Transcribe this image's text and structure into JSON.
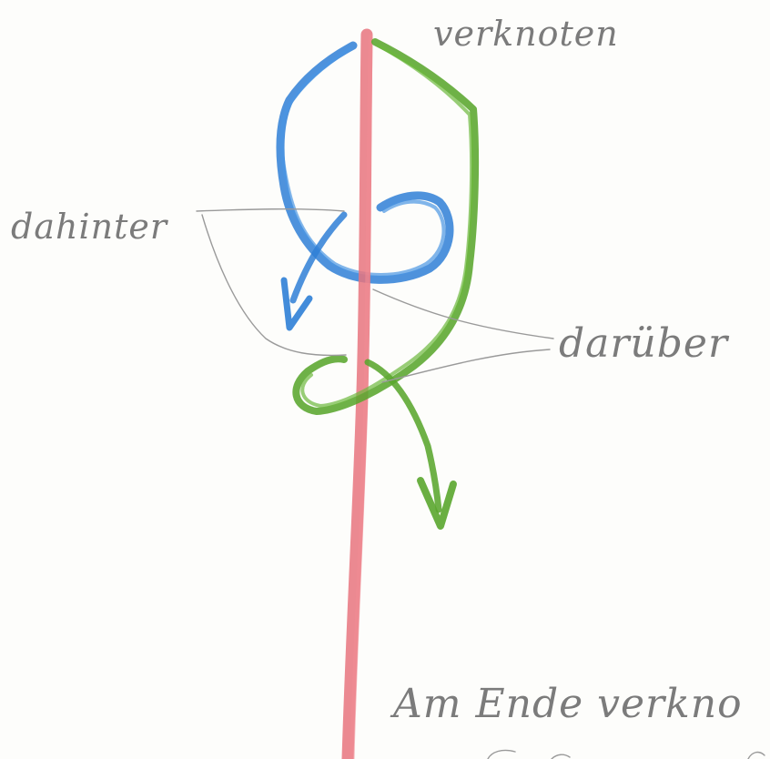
{
  "labels": {
    "top": "verknoten",
    "behind": "dahinter",
    "over": "darüber",
    "bottom": "Am Ende verkno"
  },
  "colors": {
    "paper": "#fdfdfb",
    "red_strand": "#e8747e",
    "blue_strand": "#2f7fd6",
    "green_strand": "#5aa62e",
    "pencil_text": "#7b7b7b",
    "leader_line": "#9a9a9a"
  }
}
